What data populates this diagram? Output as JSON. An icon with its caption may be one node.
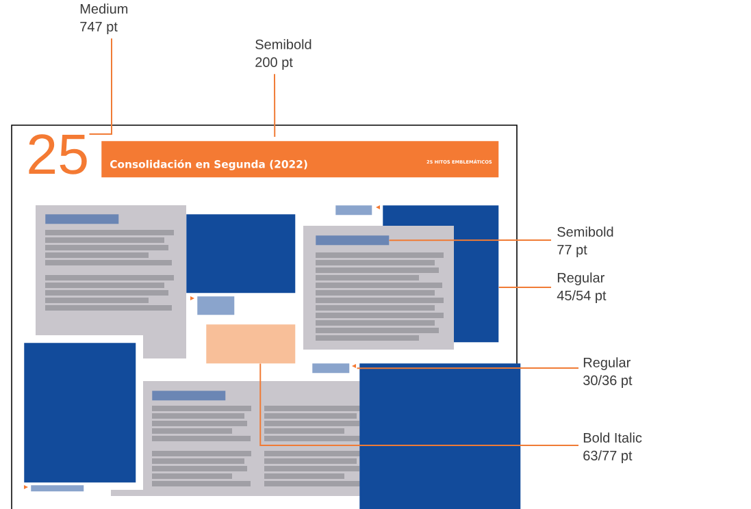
{
  "diagram": {
    "nodes": [
      {
        "text": [
          "Medium",
          "747 pt"
        ]
      },
      {
        "text": [
          "Semibold",
          "200 pt"
        ]
      },
      {
        "text": [
          "25"
        ]
      },
      {
        "text": [
          "Consolidación en Segunda (2022)",
          "**25** HITOS EMBLEMÁTICOS"
        ]
      },
      {
        "text": [
          "Semibold",
          "77 pt"
        ]
      },
      {
        "text": [],
        "shape": "box"
      },
      {
        "text": [
          "Regular",
          "45/54 pt"
        ]
      },
      {
        "text": [],
        "shape": "box"
      },
      {
        "text": [
          "Regular",
          "30/36 pt"
        ]
      },
      {
        "text": [],
        "shape": "box"
      },
      {
        "text": [
          "Bold Italic",
          "63/77 pt"
        ]
      },
      {
        "text": [],
        "shape": "box"
      },
      {
        "text": [],
        "shape": "box"
      },
      {
        "text": [],
        "shape": "box"
      },
      {
        "text": [],
        "shape": "box"
      },
      {
        "text": [],
        "shape": "box"
      },
      {
        "text": [],
        "shape": "box"
      },
      {
        "text": [],
        "shape": "box"
      },
      {
        "text": [],
        "shape": "box"
      },
      {
        "text": [],
        "shape": "box"
      }
    ],
    "edges": [
      {
        "from": 0,
        "to": 2,
        "arrow": "none"
      },
      {
        "from": 1,
        "to": 3,
        "arrow": "none"
      },
      {
        "from": 4,
        "to": 5,
        "arrow": "none"
      },
      {
        "from": 6,
        "to": 7,
        "arrow": "none"
      },
      {
        "from": 8,
        "to": 9,
        "arrow": "none"
      },
      {
        "from": 10,
        "to": 11,
        "arrow": "none"
      }
    ]
  }
}
